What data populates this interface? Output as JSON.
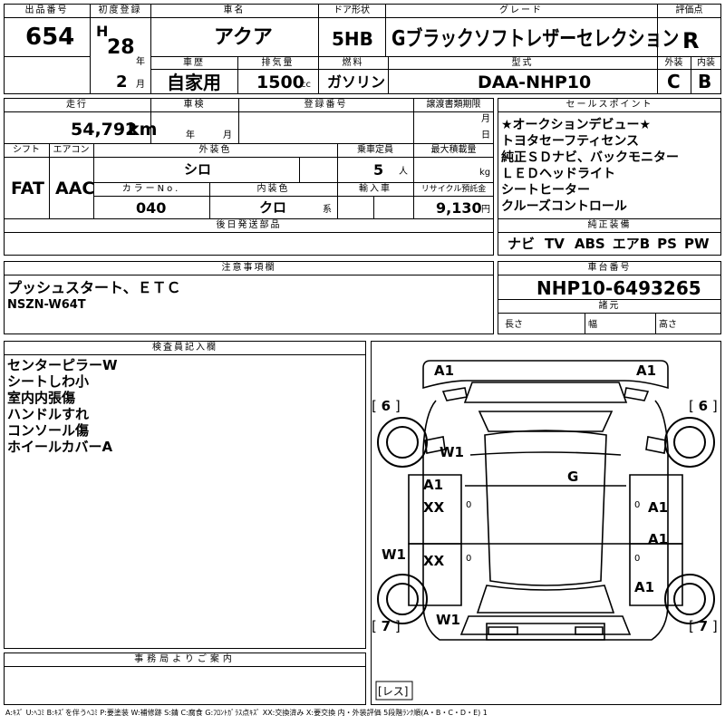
{
  "header": {
    "lot_label": "出品番号",
    "lot": "654",
    "first_reg_label": "初度登録",
    "era": "H",
    "year": "28",
    "year_unit": "年",
    "month": "2",
    "month_unit": "月",
    "car_name_label": "車名",
    "car_name": "アクア",
    "door_label": "ドア形状",
    "door": "5HB",
    "grade_label": "グレード",
    "grade": "Gブラックソフトレザーセレクション",
    "score_label": "評価点",
    "score": "R",
    "history_label": "車歴",
    "history": "自家用",
    "displacement_label": "排気量",
    "displacement": "1500",
    "displacement_unit": "cc",
    "fuel_label": "燃料",
    "fuel": "ガソリン",
    "model_label": "型式",
    "model": "DAA-NHP10",
    "ext_label": "外装",
    "ext_grade": "C",
    "int_label": "内装",
    "int_grade": "B"
  },
  "specs": {
    "mileage_label": "走行",
    "mileage": "54,792",
    "mileage_unit": "km",
    "inspection_label": "車検",
    "insp_year_unit": "年",
    "insp_month_unit": "月",
    "reg_no_label": "登録番号",
    "transfer_label": "譲渡書類期限",
    "transfer_month_unit": "月",
    "transfer_day_unit": "日",
    "shift_label": "シフト",
    "shift": "FAT",
    "ac_label": "エアコン",
    "ac": "AAC",
    "ext_color_label": "外装色",
    "ext_color": "シロ",
    "capacity_label": "乗車定員",
    "capacity": "5",
    "capacity_unit": "人",
    "max_load_label": "最大積載量",
    "max_load_unit": "kg",
    "color_no_label": "カラーNo.",
    "color_no": "040",
    "int_color_label": "内装色",
    "int_color": "クロ",
    "int_color_unit": "系",
    "import_label": "輸入車",
    "recycle_label": "リサイクル預託金",
    "recycle": "9,130",
    "recycle_unit": "円",
    "later_parts_label": "後日発送部品"
  },
  "selling_points": {
    "label": "セールスポイント",
    "items": [
      "★オークションデビュー★",
      "トヨタセーフティセンス",
      "純正ＳＤナビ、バックモニター",
      "ＬＥＤヘッドライト",
      "シートヒーター",
      "クルーズコントロール"
    ]
  },
  "equipment": {
    "label": "純正装備",
    "items": [
      "ナビ",
      "TV",
      "ABS",
      "エアB",
      "PS",
      "PW"
    ]
  },
  "notes": {
    "label": "注意事項欄",
    "lines": [
      "プッシュスタート、ＥＴＣ",
      "NSZN-W64T"
    ]
  },
  "chassis": {
    "label": "車台番号",
    "number": "NHP10-6493265",
    "dims_label": "諸元",
    "length_label": "長さ",
    "width_label": "幅",
    "height_label": "高さ"
  },
  "inspector": {
    "label": "検査員記入欄",
    "lines": [
      "センターピラーW",
      "シートしわ小",
      "室内内張傷",
      "ハンドルすれ",
      "コンソール傷",
      "ホイールカバーA"
    ]
  },
  "diagram": {
    "marks": {
      "front_left": "A1",
      "front_right": "A1",
      "tire_fl": "6",
      "tire_fr": "6",
      "tire_rl": "7",
      "tire_rr": "7",
      "hood_left": "W1",
      "roof": "G",
      "door_fl_top": "A1",
      "door_fl_bottom": "XX",
      "door_rl": "XX",
      "door_fr": "A1",
      "door_rr": "A1",
      "left_side": "W1",
      "rear_quarter_r": "A1",
      "rear_left": "W1",
      "tire_marker": "0",
      "spare": "レス"
    }
  },
  "office": {
    "label": "事務局よりご案内"
  },
  "legend": {
    "text": "A:ｷｽﾞ U:ﾍｺﾐ B:ｷｽﾞを伴うﾍｺﾐ P:要塗装 W:補修跡 S:錆 C:腐食 G:ﾌﾛﾝﾄｶﾞﾗｽ点ｷｽﾞ XX:交換済み X:要交換 内・外装評価 5段階ﾗﾝｸ順(A・B・C・D・E) 1"
  }
}
